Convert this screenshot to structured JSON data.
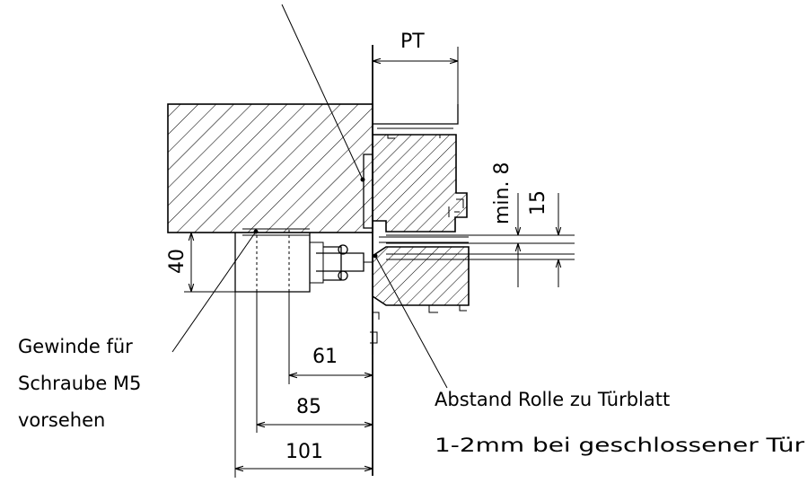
{
  "dimensions": {
    "pt": "PT",
    "min8": "min. 8",
    "d15": "15",
    "d40": "40",
    "d61": "61",
    "d85": "85",
    "d101": "101"
  },
  "notes": {
    "gewinde_line1": "Gewinde für",
    "gewinde_line2": "Schraube M5",
    "gewinde_line3": "vorsehen",
    "abstand_line1": "Abstand Rolle zu Türblatt",
    "abstand_line2": "1-2mm bei geschlossener Tür"
  }
}
